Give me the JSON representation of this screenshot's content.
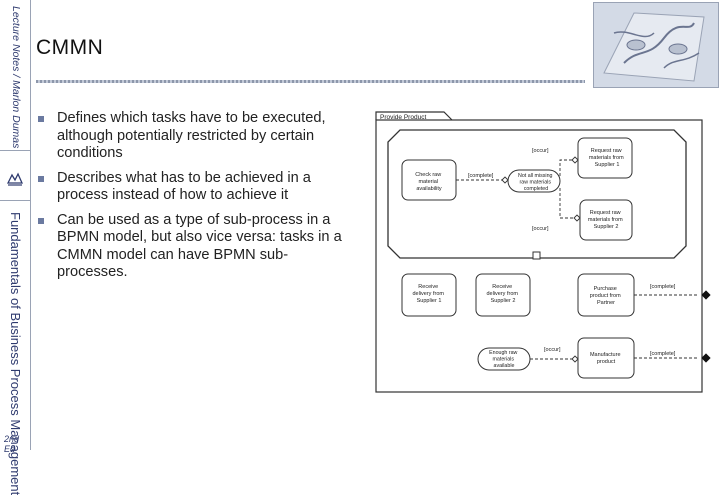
{
  "sidebar": {
    "series_text": "Lecture Notes / Marlon Dumas",
    "book_title": "Fundamentals of Business Process Management",
    "edition": "2nd Ed"
  },
  "slide": {
    "title": "CMMN",
    "bullets": [
      "Defines which tasks have to be executed, although potentially restricted by certain conditions",
      "Describes what has to be achieved in a process instead of how to achieve it",
      "Can be used as a type of sub-process in a BPMN model, but also vice versa: tasks in a CMMN model can have BPMN sub-processes."
    ]
  },
  "diagram": {
    "case_name": "Provide Product",
    "stage_label": "",
    "tasks": {
      "check": [
        "Check raw",
        "material",
        "availability"
      ],
      "request1": [
        "Request raw",
        "materials from",
        "Supplier 1"
      ],
      "request2": [
        "Request raw",
        "materials from",
        "Supplier 2"
      ],
      "receive1": [
        "Receive",
        "delivery from",
        "Supplier 1"
      ],
      "receive2": [
        "Receive",
        "delivery from",
        "Supplier 2"
      ],
      "purchase": [
        "Purchase",
        "product from",
        "Partner"
      ],
      "manufacture": [
        "Manufacture",
        "product"
      ]
    },
    "milestones": {
      "missing": [
        "Not all missing",
        "raw materials",
        "completed"
      ],
      "enough": [
        "Enough raw",
        "materials",
        "available"
      ]
    },
    "connector_labels": {
      "occur1": "[occur]",
      "complete1": "[complete]",
      "occur2": "[occur]",
      "complete2": "[complete]",
      "occur3": "[occur]",
      "complete3": "[complete]"
    }
  }
}
